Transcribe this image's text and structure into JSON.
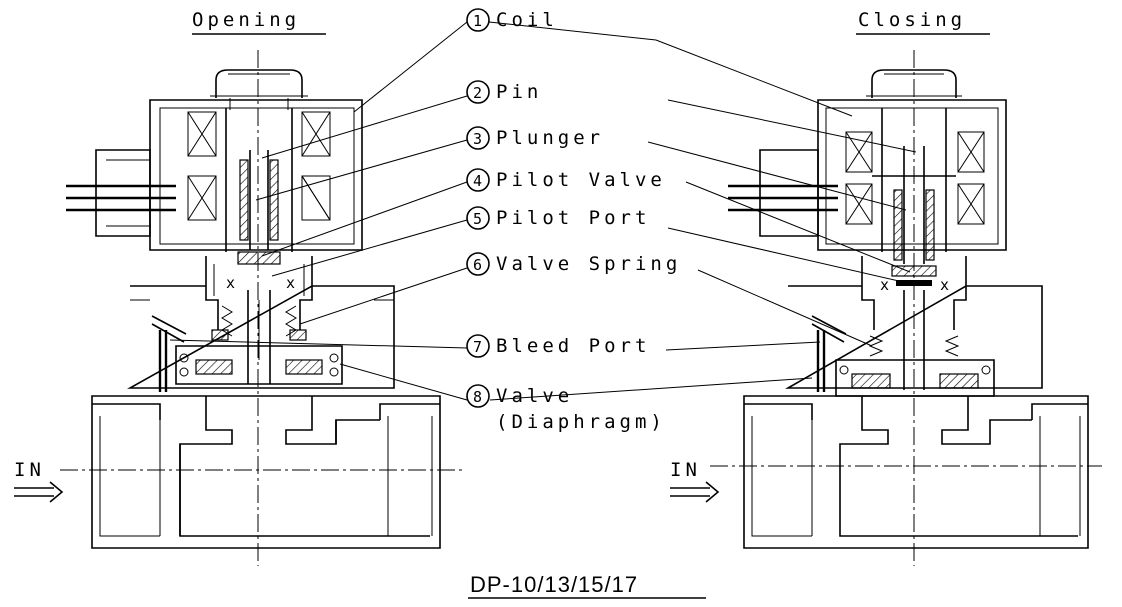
{
  "headers": {
    "left": "Opening",
    "right": "Closing"
  },
  "title": "DP-10/13/15/17",
  "inlet": {
    "left": "IN",
    "right": "IN"
  },
  "parts": [
    {
      "num": "1",
      "name": "Coil"
    },
    {
      "num": "2",
      "name": "Pin"
    },
    {
      "num": "3",
      "name": "Plunger"
    },
    {
      "num": "4",
      "name": "Pilot Valve"
    },
    {
      "num": "5",
      "name": "Pilot Port"
    },
    {
      "num": "6",
      "name": "Valve Spring"
    },
    {
      "num": "7",
      "name": "Bleed Port"
    },
    {
      "num": "8",
      "name": "Valve",
      "sub": "(Diaphragm)"
    }
  ]
}
